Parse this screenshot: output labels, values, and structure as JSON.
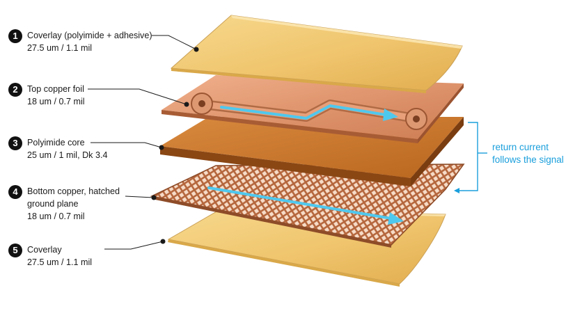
{
  "layers": [
    {
      "number": "1",
      "title": "Coverlay (polyimide + adhesive)",
      "detail": "27.5 um / 1.1 mil"
    },
    {
      "number": "2",
      "title": "Top copper foil",
      "detail": "18 um / 0.7 mil"
    },
    {
      "number": "3",
      "title": "Polyimide core",
      "detail": "25 um / 1 mil, Dk 3.4"
    },
    {
      "number": "4",
      "title_line1": "Bottom copper, hatched",
      "title_line2": "ground plane",
      "detail": "18 um / 0.7 mil"
    },
    {
      "number": "5",
      "title": "Coverlay",
      "detail": "27.5 um / 1.1 mil"
    }
  ],
  "annotation": {
    "line1": "return current",
    "line2": "follows the signal"
  },
  "colors": {
    "coverlay": "#f0c46a",
    "copper": "#d98c5e",
    "polyimide": "#c6742c",
    "mesh": "#b8683e",
    "signal_arrow": "#4fc8ee",
    "annotation": "#1a9fdc"
  }
}
